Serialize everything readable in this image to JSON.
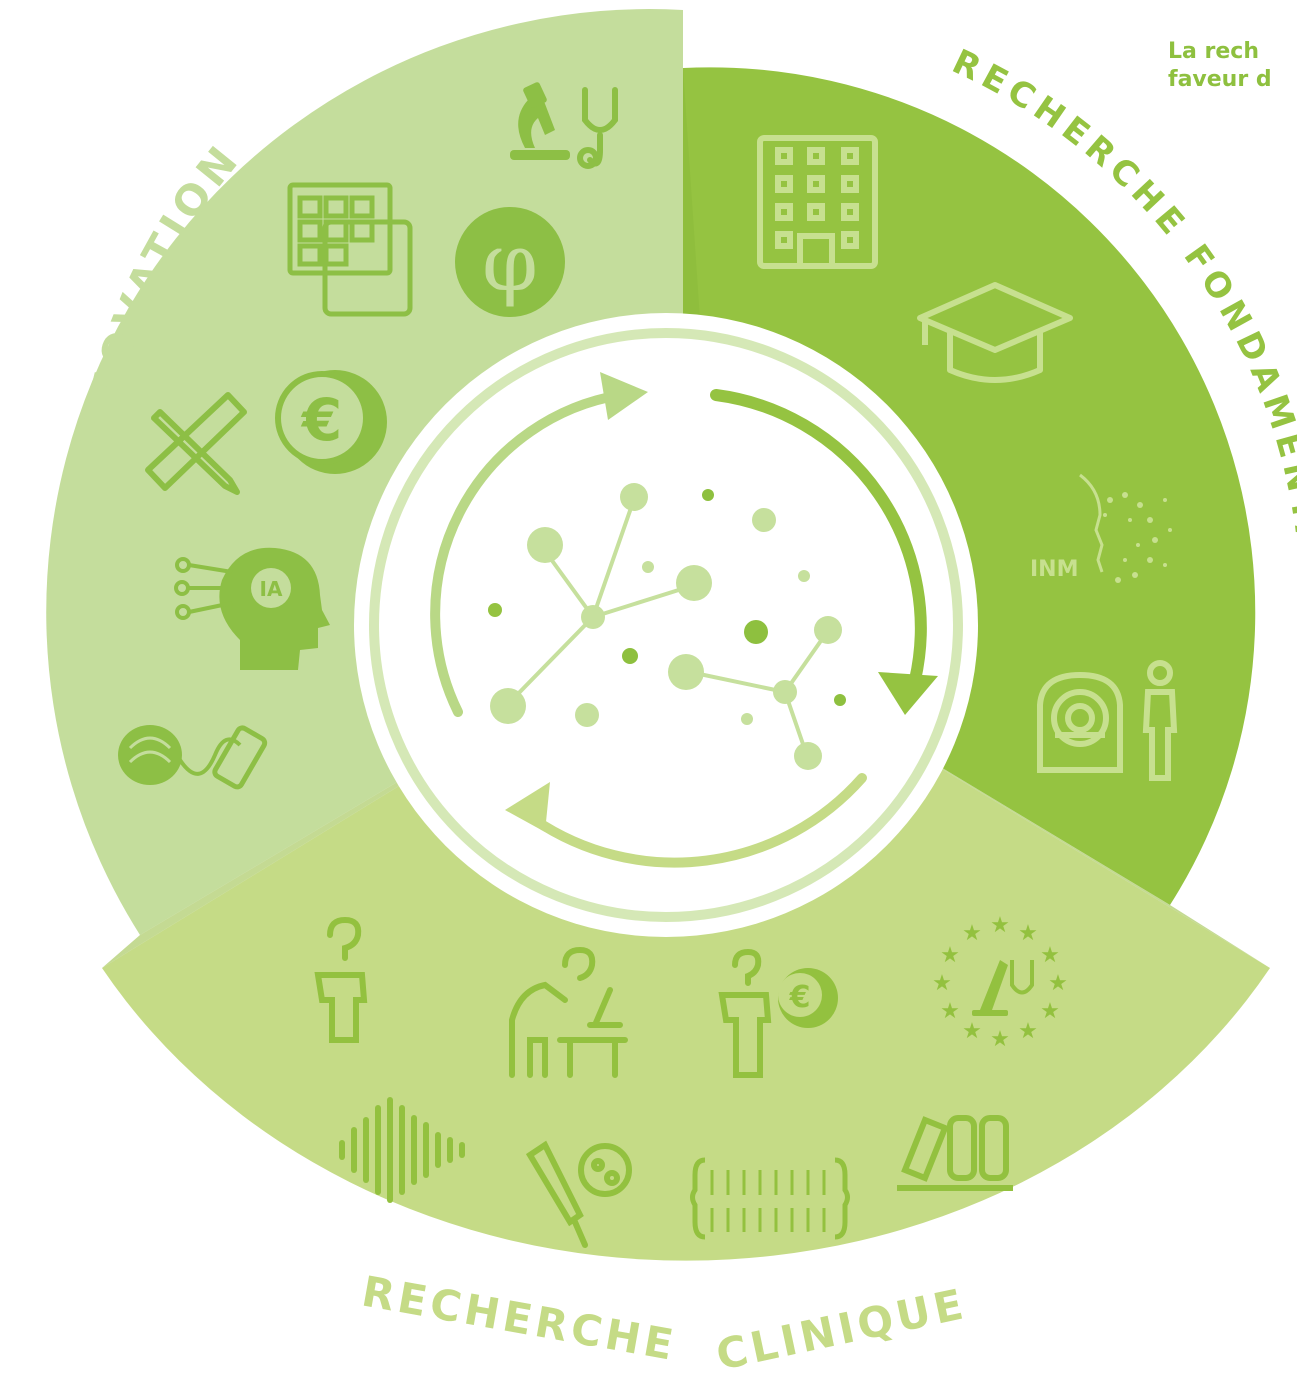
{
  "tagline": {
    "line1": "La rech",
    "line2": "faveur d"
  },
  "sectors": {
    "innovation": {
      "label": "INNOVATION",
      "color": "#c4dd9c",
      "icons": [
        "microscope-icon",
        "stethoscope-icon",
        "app-screens-icon",
        "phi-circle-icon",
        "euro-coin-icon",
        "ruler-pencil-icon",
        "ai-head-icon",
        "brain-phone-icon"
      ]
    },
    "fondamentale": {
      "label": "RECHERCHE FONDAMENTALE",
      "color": "#95c341",
      "icons": [
        "building-icon",
        "graduation-cap-icon",
        "inm-logo-icon",
        "mri-scanner-icon",
        "person-icon"
      ]
    },
    "clinique": {
      "label1": "RECHERCHE",
      "label2": "CLINIQUE",
      "color": "#c5db86",
      "icons": [
        "patient-question-icon",
        "researcher-microscope-icon",
        "patient-euro-icon",
        "europe-stars-lab-icon",
        "sound-wave-icon",
        "pipette-petri-icon",
        "population-icon",
        "books-icon"
      ]
    }
  },
  "logos": {
    "inm": "INM",
    "ia": "IA",
    "euro": "€",
    "phi": "φ"
  },
  "colors": {
    "innovation_icon": "#8dbf45",
    "fondamentale_icon": "#c7e08f",
    "clinique_icon": "#93c13f",
    "accent": "#8ec03f",
    "cycle": "#95c341"
  }
}
